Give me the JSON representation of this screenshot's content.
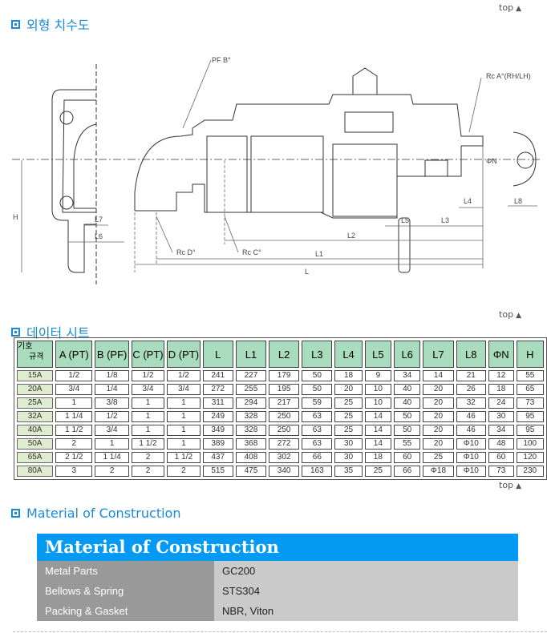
{
  "top_link": "top",
  "sections": {
    "dimensions_title": "외형 치수도",
    "datasheet_title": "데이터 시트",
    "material_title": "Material of Construction"
  },
  "drawing_labels": {
    "pf_b": "PF B°",
    "rc_a": "Rc A°(RH/LH)",
    "rc_d": "Rc D°",
    "rc_c": "Rc C°",
    "h": "H",
    "l": "L",
    "l1": "L1",
    "l2": "L2",
    "l3": "L3",
    "l4": "L4",
    "l5": "L5",
    "l6": "L6",
    "l7": "L7",
    "l8": "L8",
    "phi_n": "ΦN"
  },
  "table": {
    "corner_top": "기호",
    "corner_bottom": "규격",
    "headers": [
      "A (PT)",
      "B (PF)",
      "C (PT)",
      "D (PT)",
      "L",
      "L1",
      "L2",
      "L3",
      "L4",
      "L5",
      "L6",
      "L7",
      "L8",
      "ΦN",
      "H"
    ],
    "rows": [
      [
        "15A",
        "1/2",
        "1/8",
        "1/2",
        "1/2",
        "241",
        "227",
        "179",
        "50",
        "18",
        "9",
        "34",
        "14",
        "21",
        "12",
        "55"
      ],
      [
        "20A",
        "3/4",
        "1/4",
        "3/4",
        "3/4",
        "272",
        "255",
        "195",
        "50",
        "20",
        "10",
        "40",
        "20",
        "26",
        "18",
        "65"
      ],
      [
        "25A",
        "1",
        "3/8",
        "1",
        "1",
        "311",
        "294",
        "217",
        "59",
        "25",
        "10",
        "40",
        "20",
        "32",
        "24",
        "73"
      ],
      [
        "32A",
        "1 1/4",
        "1/2",
        "1",
        "1",
        "249",
        "328",
        "250",
        "63",
        "25",
        "14",
        "50",
        "20",
        "46",
        "30",
        "95"
      ],
      [
        "40A",
        "1 1/2",
        "3/4",
        "1",
        "1",
        "349",
        "328",
        "250",
        "63",
        "25",
        "14",
        "50",
        "20",
        "46",
        "34",
        "95"
      ],
      [
        "50A",
        "2",
        "1",
        "1 1/2",
        "1",
        "389",
        "368",
        "272",
        "63",
        "30",
        "14",
        "55",
        "20",
        "Φ10",
        "48",
        "100"
      ],
      [
        "65A",
        "2 1/2",
        "1 1/4",
        "2",
        "1 1/2",
        "437",
        "408",
        "302",
        "66",
        "30",
        "18",
        "60",
        "25",
        "Φ10",
        "60",
        "120"
      ],
      [
        "80A",
        "3",
        "2",
        "2",
        "2",
        "515",
        "475",
        "340",
        "163",
        "35",
        "25",
        "66",
        "Φ18",
        "Φ10",
        "73",
        "230"
      ]
    ]
  },
  "material": {
    "header": "Material of Construction",
    "rows": [
      {
        "part": "Metal Parts",
        "material": "GC200"
      },
      {
        "part": "Bellows & Spring",
        "material": "STS304"
      },
      {
        "part": "Packing & Gasket",
        "material": "NBR, Viton"
      }
    ]
  },
  "colors": {
    "accent": "#1a8ad4",
    "header_blue": "#0499f2",
    "table_header": "#a8dcbc"
  }
}
